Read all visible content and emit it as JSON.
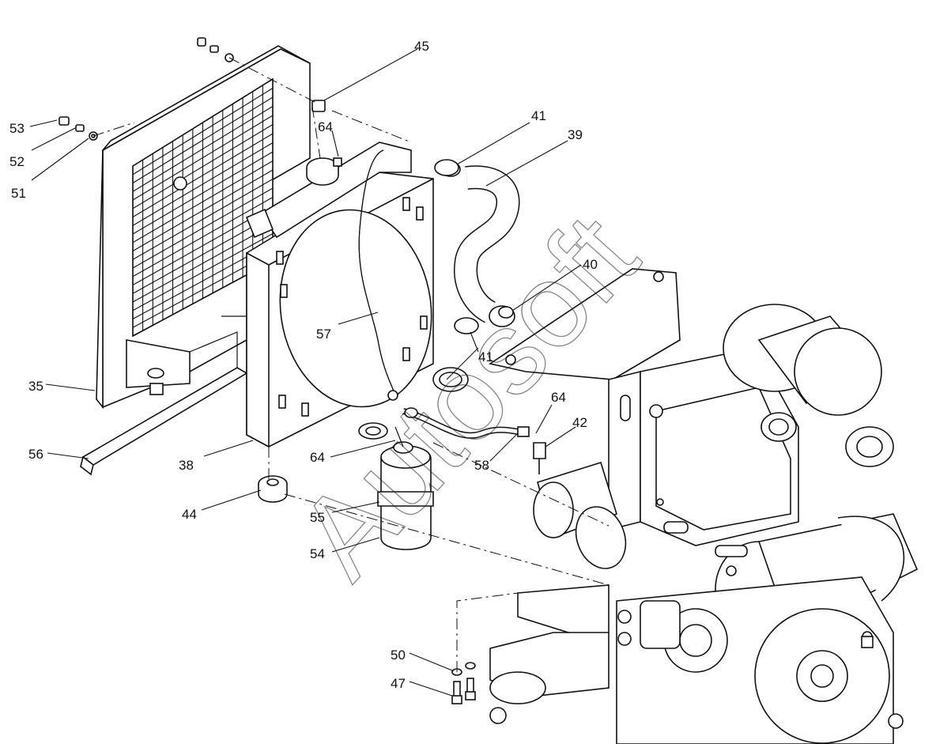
{
  "diagram": {
    "labels": [
      {
        "id": "53",
        "text": "53"
      },
      {
        "id": "52",
        "text": "52"
      },
      {
        "id": "51",
        "text": "51"
      },
      {
        "id": "45",
        "text": "45"
      },
      {
        "id": "64a",
        "text": "64"
      },
      {
        "id": "41a",
        "text": "41"
      },
      {
        "id": "39",
        "text": "39"
      },
      {
        "id": "40",
        "text": "40"
      },
      {
        "id": "57",
        "text": "57"
      },
      {
        "id": "41b",
        "text": "41"
      },
      {
        "id": "35",
        "text": "35"
      },
      {
        "id": "56",
        "text": "56"
      },
      {
        "id": "38",
        "text": "38"
      },
      {
        "id": "64b",
        "text": "64"
      },
      {
        "id": "64c",
        "text": "64"
      },
      {
        "id": "42",
        "text": "42"
      },
      {
        "id": "58",
        "text": "58"
      },
      {
        "id": "44",
        "text": "44"
      },
      {
        "id": "55",
        "text": "55"
      },
      {
        "id": "54",
        "text": "54"
      },
      {
        "id": "50",
        "text": "50"
      },
      {
        "id": "47",
        "text": "47"
      }
    ],
    "watermark": "Autosoft"
  }
}
